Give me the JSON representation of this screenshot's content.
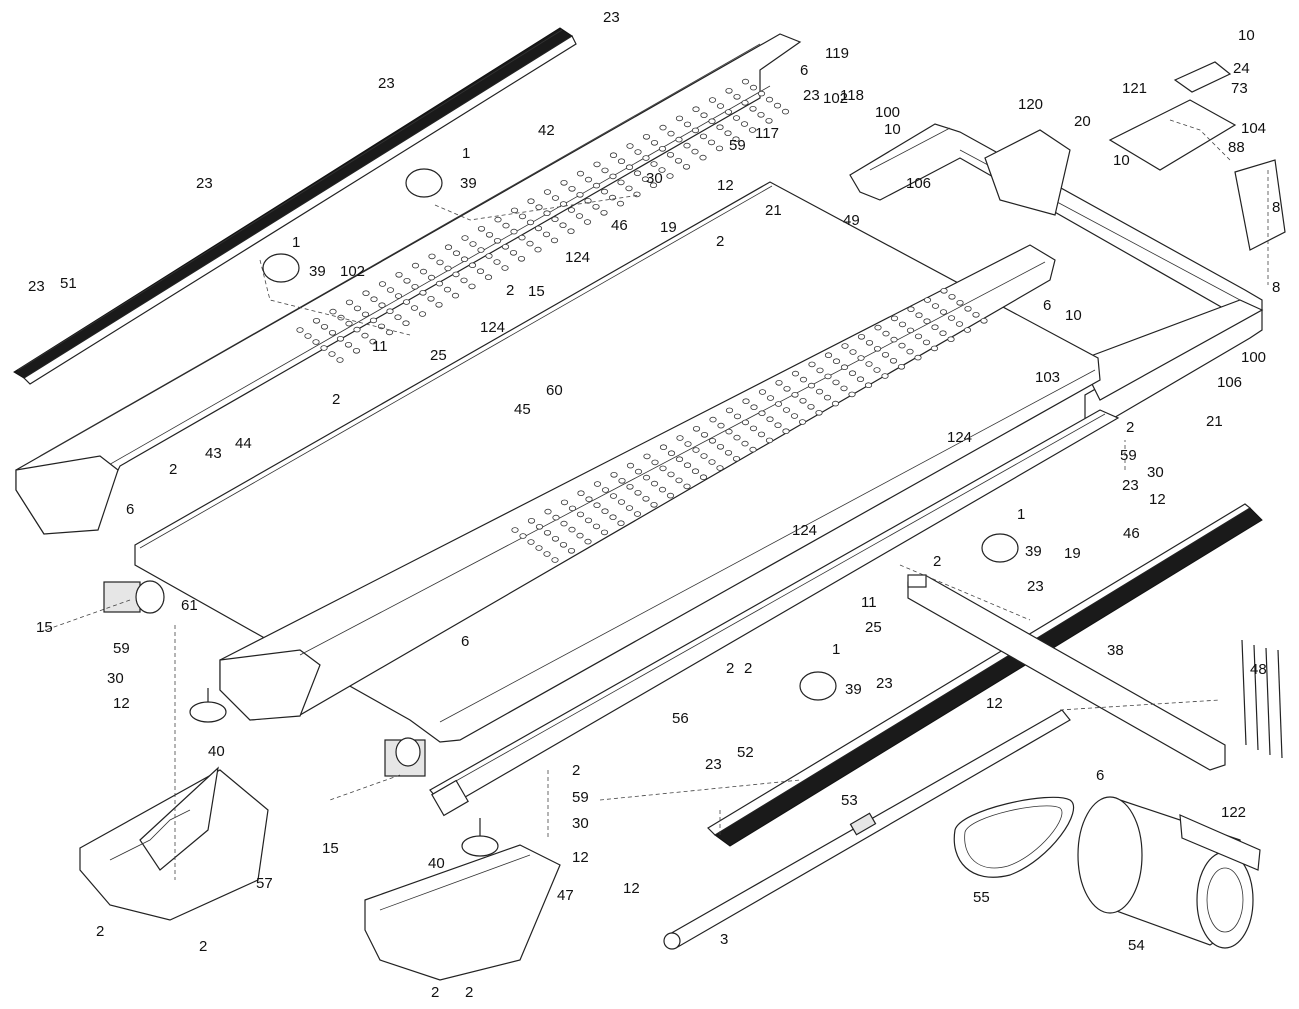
{
  "diagram": {
    "callouts": [
      "23",
      "23",
      "23",
      "23",
      "51",
      "1",
      "39",
      "1",
      "39",
      "102",
      "42",
      "119",
      "6",
      "23",
      "102",
      "118",
      "100",
      "10",
      "117",
      "59",
      "30",
      "12",
      "21",
      "49",
      "106",
      "46",
      "19",
      "2",
      "124",
      "2",
      "15",
      "124",
      "11",
      "25",
      "2",
      "60",
      "45",
      "43",
      "44",
      "2",
      "6",
      "61",
      "15",
      "59",
      "30",
      "12",
      "40",
      "120",
      "20",
      "10",
      "121",
      "10",
      "24",
      "73",
      "104",
      "88",
      "8",
      "8",
      "6",
      "10",
      "103",
      "100",
      "106",
      "21",
      "2",
      "124",
      "59",
      "30",
      "23",
      "12",
      "46",
      "19",
      "1",
      "39",
      "2",
      "23",
      "2",
      "124",
      "11",
      "25",
      "1",
      "39",
      "23",
      "2",
      "6",
      "56",
      "2",
      "59",
      "30",
      "12",
      "40",
      "15",
      "38",
      "12",
      "6",
      "48",
      "23",
      "52",
      "53",
      "55",
      "54",
      "122",
      "12",
      "3",
      "57",
      "2",
      "2",
      "47",
      "2",
      "2"
    ]
  }
}
